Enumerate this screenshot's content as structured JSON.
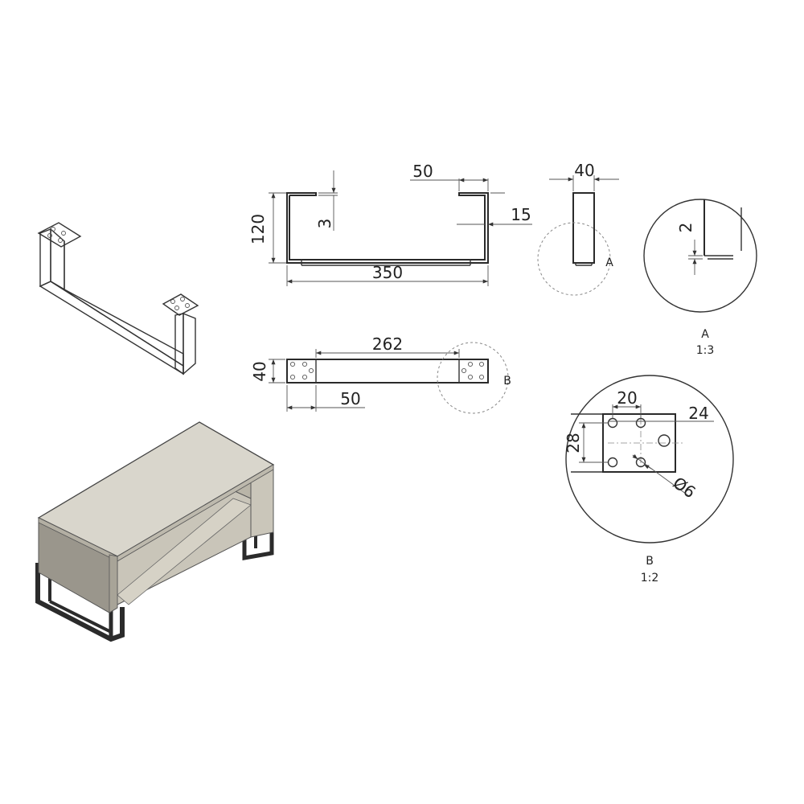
{
  "dimensions": {
    "front_height": "120",
    "front_thickness": "3",
    "front_flange": "50",
    "front_flange_height": "15",
    "front_length": "350",
    "side_width": "40",
    "detail_a_gap": "2",
    "top_inner_length": "262",
    "top_width": "40",
    "top_flange": "50",
    "detail_b_spacing_x": "20",
    "detail_b_offset": "24",
    "detail_b_spacing_y": "28",
    "detail_b_hole": "Ø6"
  },
  "details": {
    "a_marker": "A",
    "a_label": "A",
    "a_scale": "1:3",
    "b_marker": "B",
    "b_label": "B",
    "b_scale": "1:2"
  },
  "colors": {
    "line": "#333333",
    "board": "#d9d6cc",
    "board_side": "#cac6ba",
    "metal": "#2b2b2b"
  }
}
